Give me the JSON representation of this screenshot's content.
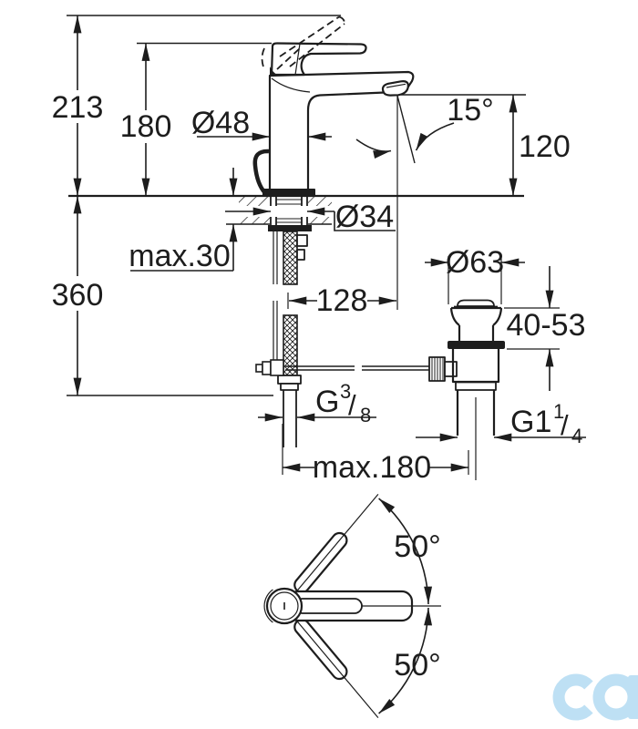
{
  "labels": {
    "total_height": "213",
    "handle_height": "180",
    "body_diameter": "Ø48",
    "spout_angle": "15°",
    "spout_height": "120",
    "hole_diameter": "Ø34",
    "deck_thickness_max": "max.30",
    "hose_length_below": "360",
    "spout_reach": "128",
    "waste_flange_diameter": "Ø63",
    "waste_mount_range": "40-53",
    "supply_thread": {
      "base": "G",
      "numerator": "3",
      "slash": "/",
      "denominator": "8"
    },
    "waste_thread": {
      "base": "G1",
      "numerator": "1",
      "slash": "/",
      "denominator": "4"
    },
    "max_spacing": "max.180",
    "swivel_upper": "50°",
    "swivel_lower": "50°"
  },
  "colors": {
    "line": "#1d1d1d",
    "background": "#ffffff",
    "watermark": "#bee0f4"
  }
}
